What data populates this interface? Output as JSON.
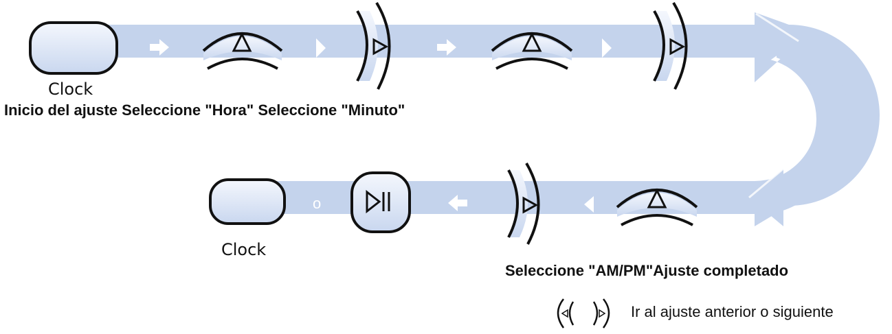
{
  "labels": {
    "clock_top": "Clock",
    "clock_bottom": "Clock",
    "step_row_top": "Inicio del ajuste Seleccione \"Hora\" Seleccione \"Minuto\"",
    "step_row_bottom": "Seleccione \"AM/PM\"Ajuste completado",
    "or_text": "o",
    "legend_text": "Ir al ajuste anterior o siguiente"
  },
  "colors": {
    "arrow_band": "#c4d3ec",
    "button_fill_light": "#f4f7fd",
    "button_fill_dark": "#c9d7ef",
    "outline": "#111111",
    "small_arrow": "#ffffff"
  },
  "icons": {
    "clock_button": "rounded-rectangle-button",
    "up_dial": "curved-arc-with-up-triangle",
    "right_dial": "curved-parentheses-with-right-triangle",
    "play_pause": "play-pause-icon",
    "flow_arrow": "white-arrow"
  }
}
